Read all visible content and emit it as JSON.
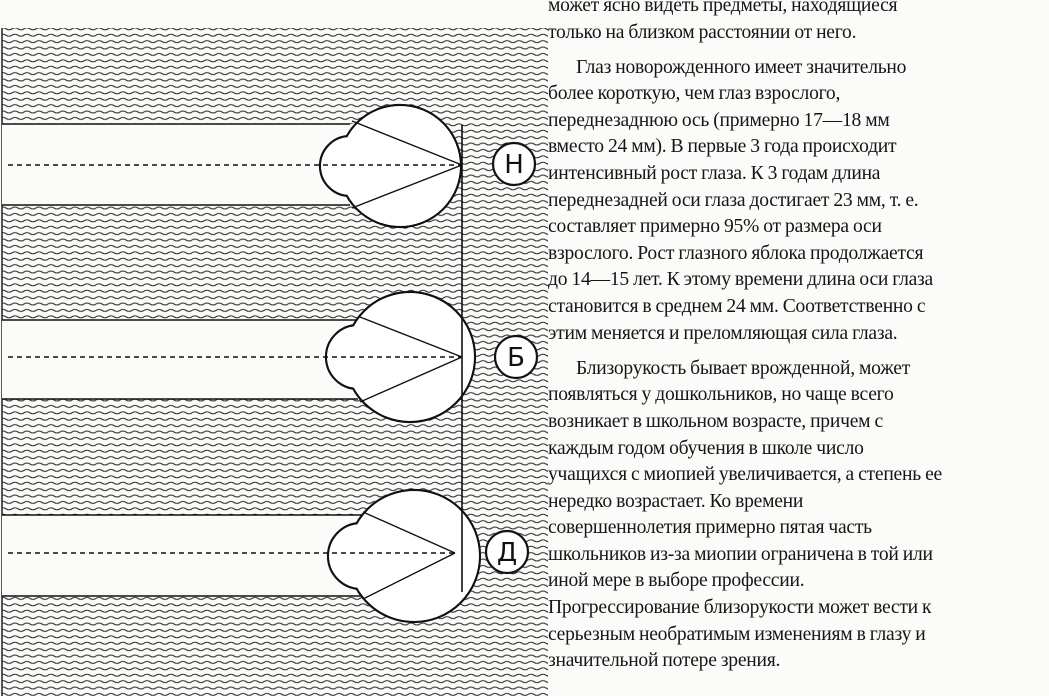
{
  "figure": {
    "eye_labels": [
      "Н",
      "Б",
      "Д"
    ]
  },
  "text": {
    "paragraphs": [
      {
        "id": "p0",
        "lines": [
          "может ясно видеть предметы, находящиеся",
          "только на близком расстоянии от него."
        ]
      },
      {
        "id": "p1",
        "lines": [
          "Глаз новорожденного имеет значительно",
          "более короткую, чем глаз взрослого,",
          "переднезаднюю ось (примерно 17—18 мм",
          "вместо 24 мм). В первые 3 года происходит",
          "интенсивный рост глаза. К 3 годам длина",
          "переднезадней оси глаза достигает 23 мм, т. е.",
          "составляет примерно 95% от размера оси",
          "взрослого. Рост глазного яблока продолжается",
          "до 14—15 лет. К этому времени длина оси глаза",
          "становится в среднем 24 мм. Соответственно с",
          "этим меняется и преломляющая сила глаза."
        ]
      },
      {
        "id": "p2",
        "lines": [
          "Близорукость бывает врожденной, может",
          "появляться у дошкольников, но чаще всего",
          "возникает в школьном возрасте, причем с",
          "каждым годом обучения в школе число",
          "учащихся с миопией увеличивается, а степень ее",
          "нередко возрастает. Ко времени",
          "совершеннолетия примерно пятая часть",
          "школьников из-за миопии ограничена в той или",
          "иной мере в выборе профессии.",
          "Прогрессирование близорукости может вести к",
          "серьезным необратимым изменениям в глазу и",
          "значительной потере зрения."
        ]
      }
    ]
  }
}
